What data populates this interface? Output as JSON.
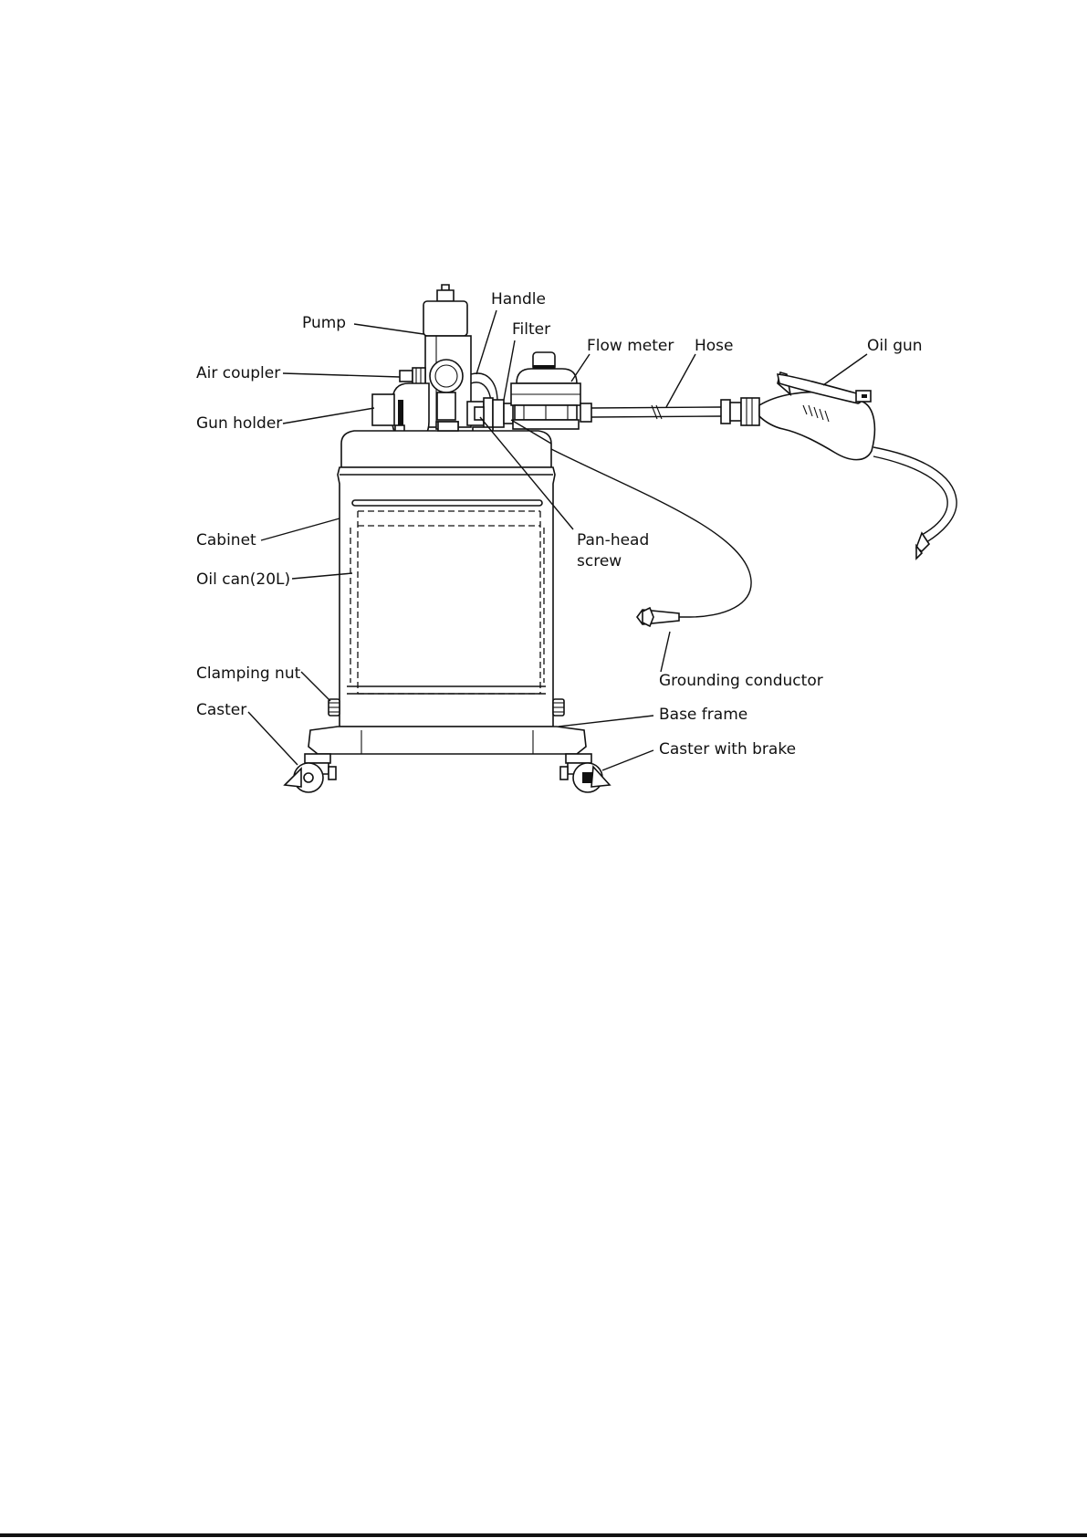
{
  "figure": {
    "labels": {
      "pump": "Pump",
      "handle": "Handle",
      "filter": "Filter",
      "flow_meter": "Flow meter",
      "hose": "Hose",
      "oil_gun": "Oil gun",
      "air_coupler": "Air coupler",
      "gun_holder": "Gun holder",
      "cabinet": "Cabinet",
      "pan_head_screw_line1": "Pan-head",
      "pan_head_screw_line2": "screw",
      "oil_can": "Oil can(20L)",
      "grounding_conductor": "Grounding conductor",
      "clamping_nut": "Clamping nut",
      "base_frame": "Base frame",
      "caster": "Caster",
      "caster_with_brake": "Caster with brake"
    }
  }
}
